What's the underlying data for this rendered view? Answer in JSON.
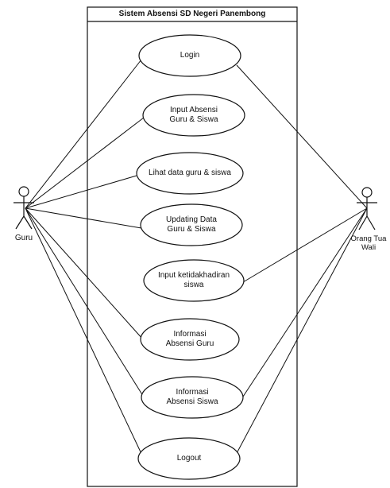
{
  "system": {
    "title": "Sistem Absensi SD Negeri Panembong"
  },
  "actors": {
    "guru": "Guru",
    "wali": "Orang Tua Wali"
  },
  "use_cases": [
    {
      "id": "login",
      "label": "Login"
    },
    {
      "id": "input-absensi",
      "label": "Input Absensi\nGuru & Siswa"
    },
    {
      "id": "lihat-data",
      "label": "Lihat data guru & siswa"
    },
    {
      "id": "updating-data",
      "label": "Updating Data\nGuru & Siswa"
    },
    {
      "id": "input-ketidakhadiran",
      "label": "Input ketidakhadiran\nsiswa"
    },
    {
      "id": "informasi-guru",
      "label": "Informasi\nAbsensi Guru"
    },
    {
      "id": "informasi-siswa",
      "label": "Informasi\nAbsensi Siswa"
    },
    {
      "id": "logout",
      "label": "Logout"
    }
  ],
  "colors": {
    "stroke": "#111111",
    "fill": "#ffffff"
  }
}
